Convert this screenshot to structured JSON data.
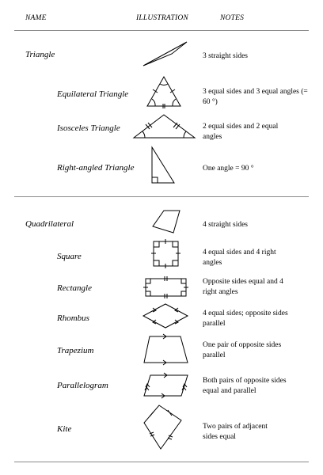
{
  "headers": {
    "name": "NAME",
    "illustration": "ILLUSTRATION",
    "notes": "NOTES"
  },
  "shapes": [
    {
      "name": "Triangle",
      "notes": "3 straight sides",
      "icon": "scalene-triangle-icon"
    },
    {
      "name": "Equilateral Triangle",
      "notes": "3 equal sides and 3 equal angles (= 60 °)",
      "icon": "equilateral-triangle-icon"
    },
    {
      "name": "Isosceles Triangle",
      "notes": "2 equal sides and 2 equal angles",
      "icon": "isosceles-triangle-icon"
    },
    {
      "name": "Right-angled Triangle",
      "notes": "One angle = 90 °",
      "icon": "right-triangle-icon"
    },
    {
      "name": "Quadrilateral",
      "notes": "4 straight sides",
      "icon": "quadrilateral-icon"
    },
    {
      "name": "Square",
      "notes": "4 equal sides and 4 right angles",
      "icon": "square-icon"
    },
    {
      "name": "Rectangle",
      "notes": "Opposite sides equal and 4 right angles",
      "icon": "rectangle-icon"
    },
    {
      "name": "Rhombus",
      "notes": "4 equal sides; opposite sides parallel",
      "icon": "rhombus-icon"
    },
    {
      "name": "Trapezium",
      "notes": "One pair of opposite sides parallel",
      "icon": "trapezium-icon"
    },
    {
      "name": "Parallelogram",
      "notes": "Both pairs of opposite sides equal and parallel",
      "icon": "parallelogram-icon"
    },
    {
      "name": "Kite",
      "notes": "Two pairs of adjacent sides equal",
      "icon": "kite-icon"
    }
  ]
}
